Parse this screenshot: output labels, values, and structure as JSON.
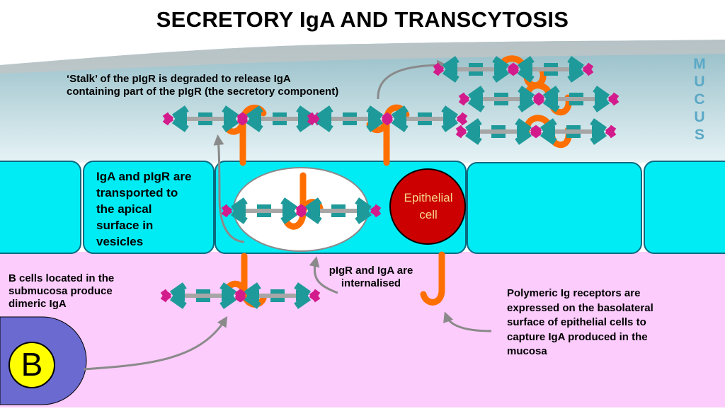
{
  "title": "SECRETORY IgA AND TRANSCYTOSIS",
  "mucus_letters": [
    "M",
    "U",
    "C",
    "U",
    "S"
  ],
  "labels": {
    "stalk_line1": "‘Stalk’ of the pIgR is degraded to release IgA",
    "stalk_line2": "containing part of the pIgR (the secretory component)",
    "vesicle_lines": [
      "IgA and pIgR are",
      "transported to",
      "the apical",
      "surface in",
      "vesicles"
    ],
    "epithelial_lines": [
      "Epithelial",
      "cell"
    ],
    "internalised_lines": [
      "pIgR and IgA are",
      "internalised"
    ],
    "bcells_lines": [
      "B cells located in the",
      "submucosa produce",
      "dimeric IgA"
    ],
    "polymeric_lines": [
      "Polymeric Ig receptors are",
      "expressed on the basolateral",
      "surface of epithelial cells to",
      "capture IgA produced in the",
      "mucosa"
    ],
    "b_cell": "B"
  },
  "colors": {
    "lumen": "#b7d7de",
    "cell": "#00ecf5",
    "submucosa": "#fcccfc",
    "pigr": "#ff6f00",
    "iga_teal": "#1f9a9a",
    "iga_magenta": "#d31c8c",
    "nucleus": "#cc0000",
    "bcell": "#6a6ad0"
  }
}
